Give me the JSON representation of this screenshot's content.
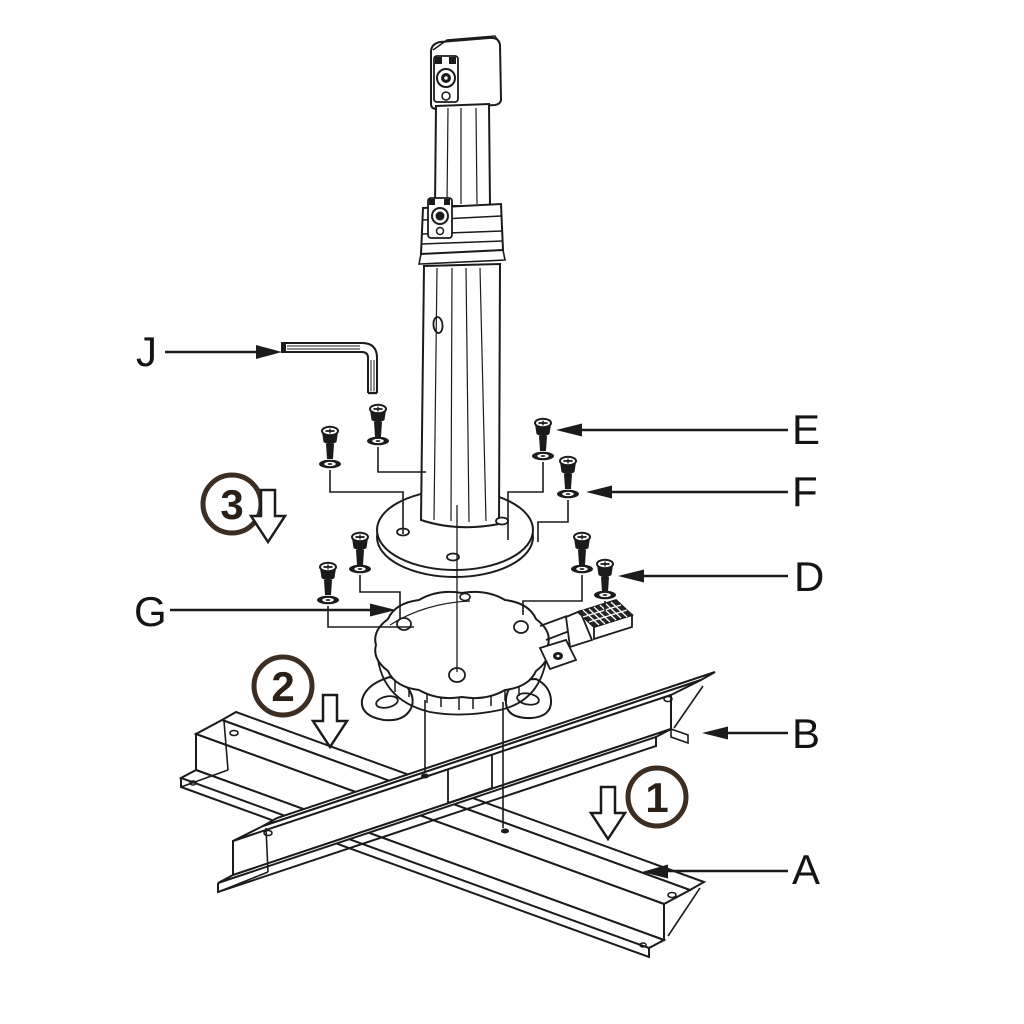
{
  "diagram": {
    "background_color": "#ffffff",
    "line_color": "#1b1b1b",
    "step_circle_color": "#3c2e23",
    "step_number_color": "#2b2017",
    "part_labels": {
      "a": "A",
      "b": "B",
      "d": "D",
      "e": "E",
      "f": "F",
      "g": "G",
      "j": "J"
    },
    "step_markers": [
      {
        "number": "1"
      },
      {
        "number": "2"
      },
      {
        "number": "3"
      }
    ],
    "parts": [
      {
        "label": "A",
        "name": "lower-cross-beam"
      },
      {
        "label": "B",
        "name": "upper-cross-beam"
      },
      {
        "label": "D",
        "name": "screw-short"
      },
      {
        "label": "E",
        "name": "screw-long"
      },
      {
        "label": "F",
        "name": "washer"
      },
      {
        "label": "G",
        "name": "rotating-base-plate"
      },
      {
        "label": "J",
        "name": "allen-key"
      }
    ]
  }
}
